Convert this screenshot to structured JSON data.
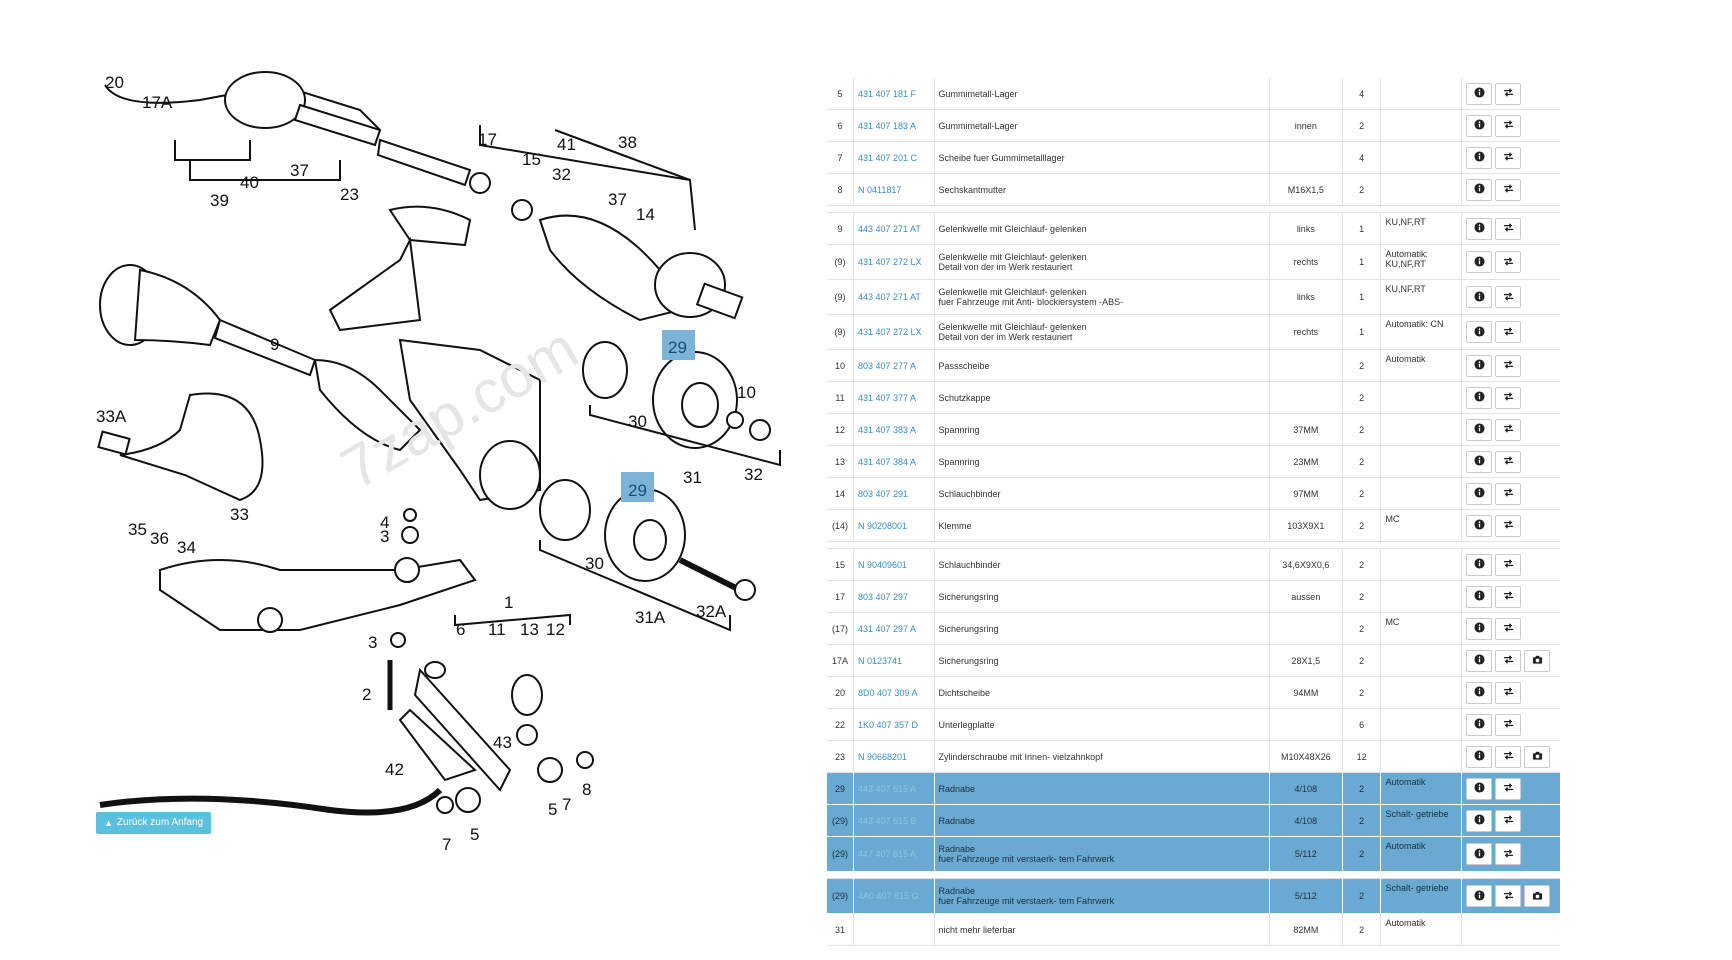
{
  "back_button": {
    "label": "Zurück zum Anfang",
    "icon": "arrow-up-icon"
  },
  "diagram": {
    "watermark": "7zap.com",
    "labels": [
      "20",
      "17A",
      "37",
      "40",
      "39",
      "23",
      "17",
      "15",
      "41",
      "38",
      "32",
      "37",
      "14",
      "29",
      "10",
      "30",
      "31",
      "32",
      "9",
      "33A",
      "33",
      "35",
      "36",
      "34",
      "4",
      "3",
      "29",
      "30",
      "31A",
      "32A",
      "1",
      "6",
      "11",
      "13",
      "12",
      "3",
      "2",
      "43",
      "42",
      "7",
      "5",
      "5",
      "7",
      "8"
    ],
    "highlighted_labels": [
      "29",
      "29"
    ]
  },
  "table": {
    "rows": [
      {
        "pos": "5",
        "pn": "431 407 181 F",
        "desc": "Gummimetall-Lager",
        "desc2": "",
        "spec": "",
        "qty": "4",
        "note": "",
        "photo": false,
        "selected": false
      },
      {
        "pos": "6",
        "pn": "431 407 183 A",
        "desc": "Gummimetall-Lager",
        "desc2": "",
        "spec": "innen",
        "qty": "2",
        "note": "",
        "photo": false,
        "selected": false
      },
      {
        "pos": "7",
        "pn": "431 407 201 C",
        "desc": "Scheibe fuer Gummimetalllager",
        "desc2": "",
        "spec": "",
        "qty": "4",
        "note": "",
        "photo": false,
        "selected": false
      },
      {
        "pos": "8",
        "pn": "N  0411817",
        "desc": "Sechskantmutter",
        "desc2": "",
        "spec": "M16X1,5",
        "qty": "2",
        "note": "",
        "photo": false,
        "selected": false
      },
      {
        "gap": true
      },
      {
        "pos": "9",
        "pn": "443 407 271 AT",
        "desc": "Gelenkwelle mit Gleichlauf- gelenken",
        "desc2": "",
        "spec": "links",
        "qty": "1",
        "note": "KU,NF,RT",
        "photo": false,
        "selected": false
      },
      {
        "pos": "(9)",
        "pn": "431 407 272 LX",
        "desc": "Gelenkwelle mit Gleichlauf- gelenken",
        "desc2": "Detail von der im Werk restauriert",
        "spec": "rechts",
        "qty": "1",
        "note": "Automatik: KU,NF,RT",
        "photo": false,
        "selected": false
      },
      {
        "pos": "(9)",
        "pn": "443 407 271 AT",
        "desc": "Gelenkwelle mit Gleichlauf- gelenken",
        "desc2": "fuer Fahrzeuge mit Anti- blockiersystem -ABS-",
        "spec": "links",
        "qty": "1",
        "note": "KU,NF,RT",
        "photo": false,
        "selected": false
      },
      {
        "pos": "(9)",
        "pn": "431 407 272 LX",
        "desc": "Gelenkwelle mit Gleichlauf- gelenken",
        "desc2": "Detail von der im Werk restauriert",
        "spec": "rechts",
        "qty": "1",
        "note": "Automatik: CN",
        "photo": false,
        "selected": false
      },
      {
        "pos": "10",
        "pn": "803 407 277 A",
        "desc": "Passscheibe",
        "desc2": "",
        "spec": "",
        "qty": "2",
        "note": "Automatik",
        "photo": false,
        "selected": false
      },
      {
        "pos": "11",
        "pn": "431 407 377 A",
        "desc": "Schutzkappe",
        "desc2": "",
        "spec": "",
        "qty": "2",
        "note": "",
        "photo": false,
        "selected": false
      },
      {
        "pos": "12",
        "pn": "431 407 383 A",
        "desc": "Spannring",
        "desc2": "",
        "spec": "37MM",
        "qty": "2",
        "note": "",
        "photo": false,
        "selected": false
      },
      {
        "pos": "13",
        "pn": "431 407 384 A",
        "desc": "Spannring",
        "desc2": "",
        "spec": "23MM",
        "qty": "2",
        "note": "",
        "photo": false,
        "selected": false
      },
      {
        "pos": "14",
        "pn": "803 407 291",
        "desc": "Schlauchbinder",
        "desc2": "",
        "spec": "97MM",
        "qty": "2",
        "note": "",
        "photo": false,
        "selected": false
      },
      {
        "pos": "(14)",
        "pn": "N  90208001",
        "desc": "Klemme",
        "desc2": "",
        "spec": "103X9X1",
        "qty": "2",
        "note": "MC",
        "photo": false,
        "selected": false
      },
      {
        "gap": true
      },
      {
        "pos": "15",
        "pn": "N  90409601",
        "desc": "Schlauchbinder",
        "desc2": "",
        "spec": "34,6X9X0,6",
        "qty": "2",
        "note": "",
        "photo": false,
        "selected": false
      },
      {
        "pos": "17",
        "pn": "803 407 297",
        "desc": "Sicherungsring",
        "desc2": "",
        "spec": "aussen",
        "qty": "2",
        "note": "",
        "photo": false,
        "selected": false
      },
      {
        "pos": "(17)",
        "pn": "431 407 297 A",
        "desc": "Sicherungsring",
        "desc2": "",
        "spec": "",
        "qty": "2",
        "note": "MC",
        "photo": false,
        "selected": false
      },
      {
        "pos": "17A",
        "pn": "N  0123741",
        "desc": "Sicherungsring",
        "desc2": "",
        "spec": "28X1,5",
        "qty": "2",
        "note": "",
        "photo": true,
        "selected": false
      },
      {
        "pos": "20",
        "pn": "8D0 407 309 A",
        "desc": "Dichtscheibe",
        "desc2": "",
        "spec": "94MM",
        "qty": "2",
        "note": "",
        "photo": false,
        "selected": false
      },
      {
        "pos": "22",
        "pn": "1K0 407 357 D",
        "desc": "Unterlegplatte",
        "desc2": "",
        "spec": "",
        "qty": "6",
        "note": "",
        "photo": false,
        "selected": false
      },
      {
        "pos": "23",
        "pn": "N  90668201",
        "desc": "Zylinderschraube mit Innen- vielzahnkopf",
        "desc2": "",
        "spec": "M10X48X26",
        "qty": "12",
        "note": "",
        "photo": true,
        "selected": false
      },
      {
        "pos": "29",
        "pn": "443 407 615 A",
        "desc": "Radnabe",
        "desc2": "",
        "spec": "4/108",
        "qty": "2",
        "note": "Automatik",
        "photo": false,
        "selected": true
      },
      {
        "pos": "(29)",
        "pn": "443 407 615 B",
        "desc": "Radnabe",
        "desc2": "",
        "spec": "4/108",
        "qty": "2",
        "note": "Schalt- getriebe",
        "photo": false,
        "selected": true
      },
      {
        "pos": "(29)",
        "pn": "447 407 615 A",
        "desc": "Radnabe",
        "desc2": "fuer Fahrzeuge mit verstaerk- tem Fahrwerk",
        "spec": "5/112",
        "qty": "2",
        "note": "Automatik",
        "photo": false,
        "selected": true
      },
      {
        "gap": true,
        "selected": false
      },
      {
        "pos": "(29)",
        "pn": "4A0 407 615 G",
        "desc": "Radnabe",
        "desc2": "fuer Fahrzeuge mit verstaerk- tem Fahrwerk",
        "spec": "5/112",
        "qty": "2",
        "note": "Schalt- getriebe",
        "photo": true,
        "selected": true
      },
      {
        "pos": "31",
        "pn": "",
        "desc": "nicht mehr lieferbar",
        "desc2": "",
        "spec": "82MM",
        "qty": "2",
        "note": "Automatik",
        "photo": false,
        "selected": false,
        "no_actions": true
      }
    ],
    "action_icons": {
      "info": "info-icon",
      "replace": "swap-icon",
      "photo": "camera-icon"
    }
  }
}
